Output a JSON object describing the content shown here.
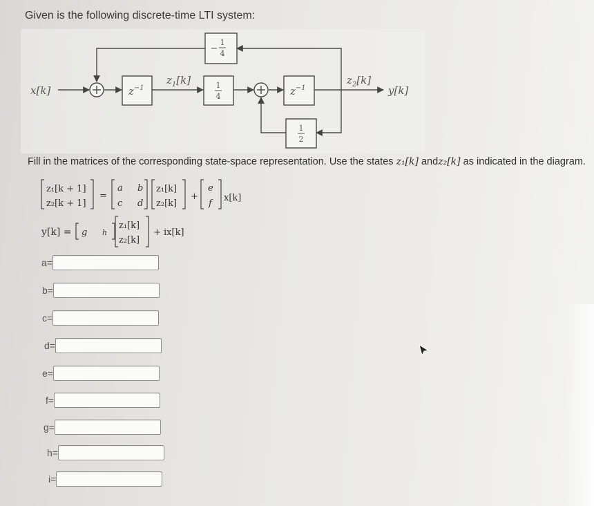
{
  "prompt": "Given is the following discrete-time LTI system:",
  "diagram": {
    "input_label": "x[k]",
    "output_label": "y[k]",
    "delay_label": "z",
    "delay_exp": "−1",
    "state1_label": "z",
    "state1_sub": "1",
    "state1_arg": "[k]",
    "state2_label": "z",
    "state2_sub": "2",
    "state2_arg": "[k]",
    "gain_top": {
      "sign": "−",
      "num": "1",
      "den": "4"
    },
    "gain_mid": {
      "num": "1",
      "den": "4"
    },
    "gain_bottom": {
      "num": "1",
      "den": "2"
    }
  },
  "instructions": {
    "text_start": "Fill in the matrices of the corresponding state-space representation. Use the states ",
    "state1": "z₁[k]",
    "and": " and",
    "state2": "z₂[k]",
    "text_end": " as indicated in the diagram."
  },
  "state_eq": {
    "lhs1": "z₁[k + 1]",
    "lhs2": "z₂[k + 1]",
    "eq": "=",
    "a": "a",
    "b": "b",
    "c": "c",
    "d": "d",
    "s1": "z₁[k]",
    "s2": "z₂[k]",
    "plus": "+",
    "e": "e",
    "f": "f",
    "x": "x[k]"
  },
  "out_eq": {
    "lhs": "y[k] =",
    "g": "g",
    "h": "h",
    "s1": "z₁[k]",
    "s2": "z₂[k]",
    "tail": "+ ix[k]"
  },
  "fields": [
    {
      "label": "a=",
      "value": ""
    },
    {
      "label": "b=",
      "value": ""
    },
    {
      "label": "c=",
      "value": ""
    },
    {
      "label": "d=",
      "value": ""
    },
    {
      "label": "e=",
      "value": ""
    },
    {
      "label": "f=",
      "value": ""
    },
    {
      "label": "g=",
      "value": ""
    },
    {
      "label": "h=",
      "value": ""
    },
    {
      "label": "i=",
      "value": ""
    }
  ]
}
